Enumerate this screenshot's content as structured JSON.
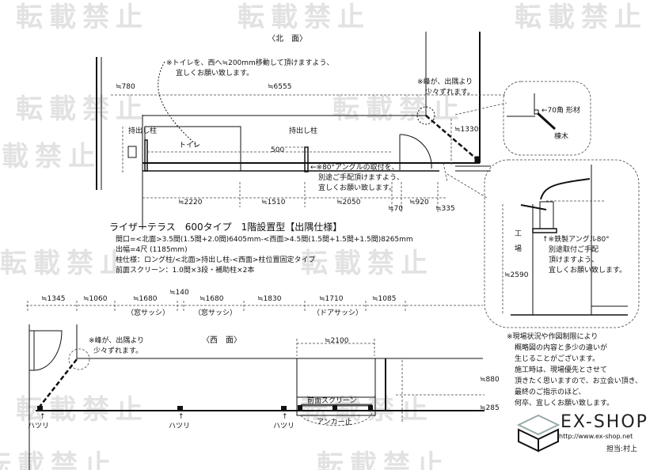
{
  "watermark": "転載禁止",
  "north": {
    "heading": "〈北　面〉",
    "note_toilet": [
      "※トイレを、西へ≒200mm移動して頂けますよう、",
      "宜しくお願い致します。"
    ],
    "note_ridge": [
      "※峰が、出隅より",
      "少々ずれます。"
    ],
    "note_angle": [
      "←※80°アングルの取付を、",
      "別途ご手配頂けますよう、",
      "宜しくお願い致します。"
    ],
    "labels": {
      "post_left": "持出し柱",
      "post_mid": "持出し柱",
      "toilet": "トイレ",
      "dim_500": "500"
    },
    "dims": {
      "d780": "≒780",
      "d6555": "≒6555",
      "d1330": "≒1330",
      "d2220": "≒2220",
      "d1510": "≒1510",
      "d2050": "≒2050",
      "d70": "≒70",
      "d920": "≒920",
      "d335": "≒335"
    }
  },
  "spec": {
    "title": "ライザーテラス　600タイプ　1階設置型【出隅仕様】",
    "lines": [
      "間口=<北面>3.5間(1.5間+2.0間)6405mm-<西面>4.5間(1.5間+1.5間+1.5間)8265mm",
      "出幅=4尺 (1185mm)",
      "柱仕様：ロング柱/<北面>持出し柱-<西面>柱位置固定タイプ",
      "前面スクリーン：1.0間×3段・補助柱×2本"
    ]
  },
  "detail_top": {
    "material": "←70角 形材",
    "rafter": "棟木"
  },
  "detail_side": {
    "site": [
      "工",
      "場"
    ],
    "height": "≒2590",
    "note": [
      "↑※鉄製アングル80°",
      "別途取付ご手配",
      "頂けますよう、",
      "宜しくお願い致します。"
    ]
  },
  "west": {
    "heading": "〈西　面〉",
    "note_ridge": [
      "※峰が、出隅より",
      "少々ずれます。"
    ],
    "dims": [
      "≒1345",
      "≒1060",
      "≒1680",
      "≒140",
      "≒1680",
      "≒1830",
      "≒1710",
      "≒1085"
    ],
    "sash": [
      "（窓サッシ）",
      "（窓サッシ）",
      "（ドアサッシ）"
    ],
    "d2100": "≒2100",
    "d880": "≒880",
    "d285": "≒285",
    "screen": "前面スクリーン",
    "anchor": "アンカー止",
    "chipping": [
      "ハツリ",
      "ハツリ",
      "ハツリ"
    ]
  },
  "disclaimer": [
    "※現場状況や作図制限により",
    "概略図の内容と多少の違いが",
    "生じることがございます。",
    "施工時は、現場優先とさせて",
    "頂きたく思いますので、お立会い頂き、",
    "最終のご指示のほど、",
    "何卒、宜しくお願い致します。"
  ],
  "brand": {
    "logo": "EX-SHOP",
    "url": "http://www.ex-shop.net",
    "staff": "担当:村上"
  }
}
